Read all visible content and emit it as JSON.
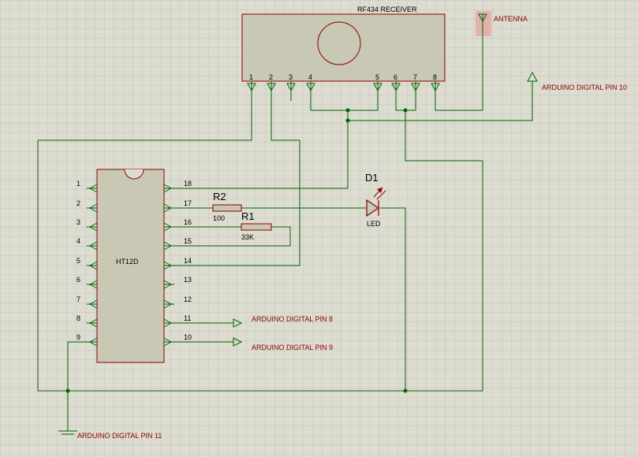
{
  "colors": {
    "background": "#dcdcd0",
    "grid": "#c4c4b8",
    "component_fill": "#c8c8b4",
    "component_stroke": "#8b0000",
    "wire": "#006400",
    "label_red": "#8b0000"
  },
  "rf_receiver": {
    "title": "RF434 RECEIVER",
    "pins": [
      "1",
      "2",
      "3",
      "4",
      "5",
      "6",
      "7",
      "8"
    ]
  },
  "antenna": {
    "label": "ANTENNA"
  },
  "ht12d": {
    "name": "HT12D",
    "left_pins": [
      "1",
      "2",
      "3",
      "4",
      "5",
      "6",
      "7",
      "8",
      "9"
    ],
    "right_pins": [
      "18",
      "17",
      "16",
      "15",
      "14",
      "13",
      "12",
      "11",
      "10"
    ]
  },
  "resistors": [
    {
      "ref": "R2",
      "value": "100"
    },
    {
      "ref": "R1",
      "value": "33K"
    }
  ],
  "led": {
    "ref": "D1",
    "value": "LED"
  },
  "terminals": {
    "pin10": "ARDUINO DIGITAL PIN 10",
    "pin8": "ARDUINO DIGITAL PIN 8",
    "pin9": "ARDUINO DIGITAL PIN 9",
    "pin11": "ARDUINO DIGITAL PIN 11"
  }
}
